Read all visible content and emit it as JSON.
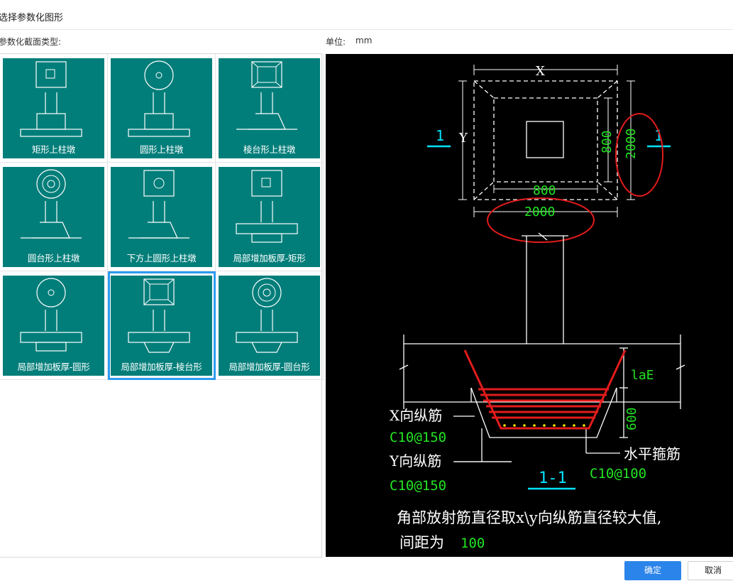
{
  "dialog": {
    "title": "选择参数化图形",
    "section_label": "参数化截面类型:",
    "unit_label": "单位:",
    "unit_value": "mm"
  },
  "types": [
    {
      "label": "矩形上柱墩",
      "top": "square",
      "base": "block"
    },
    {
      "label": "圆形上柱墩",
      "top": "circle",
      "base": "block"
    },
    {
      "label": "棱台形上柱墩",
      "top": "frustum",
      "base": "trapezoid"
    },
    {
      "label": "圆台形上柱墩",
      "top": "ring",
      "base": "trapezoid"
    },
    {
      "label": "下方上圆形上柱墩",
      "top": "circle-in-square",
      "base": "trapezoid"
    },
    {
      "label": "局部增加板厚-矩形",
      "top": "square",
      "base": "slab-rect"
    },
    {
      "label": "局部增加板厚-圆形",
      "top": "circle",
      "base": "slab-rect"
    },
    {
      "label": "局部增加板厚-棱台形",
      "top": "frustum",
      "base": "slab-trap"
    },
    {
      "label": "局部增加板厚-圆台形",
      "top": "ring",
      "base": "slab-trap"
    }
  ],
  "selected_index": 7,
  "preview": {
    "dim_x": "X",
    "dim_y": "Y",
    "inner_x": "800",
    "outer_x": "2000",
    "inner_y": "800",
    "outer_y": "2000",
    "section_mark": "1",
    "section_title": "1-1",
    "la_label": "laE",
    "depth": "600",
    "x_rebar_label": "X向纵筋",
    "x_rebar_value": "C10@150",
    "y_rebar_label": "Y向纵筋",
    "y_rebar_value": "C10@150",
    "hoop_label": "水平箍筋",
    "hoop_value": "C10@100",
    "note_line1": "角部放射筋直径取x\\y向纵筋直径较大值,",
    "note_line2_prefix": "间距为",
    "note_line2_value": "100"
  },
  "buttons": {
    "ok": "确定",
    "cancel": "取消"
  },
  "colors": {
    "tile": "#027e7a",
    "selected_border": "#2d9bf0",
    "primary": "#2b84ea",
    "cad_green": "#23e423",
    "cad_cyan": "#00e5ff",
    "cad_red": "#e21b1b"
  }
}
